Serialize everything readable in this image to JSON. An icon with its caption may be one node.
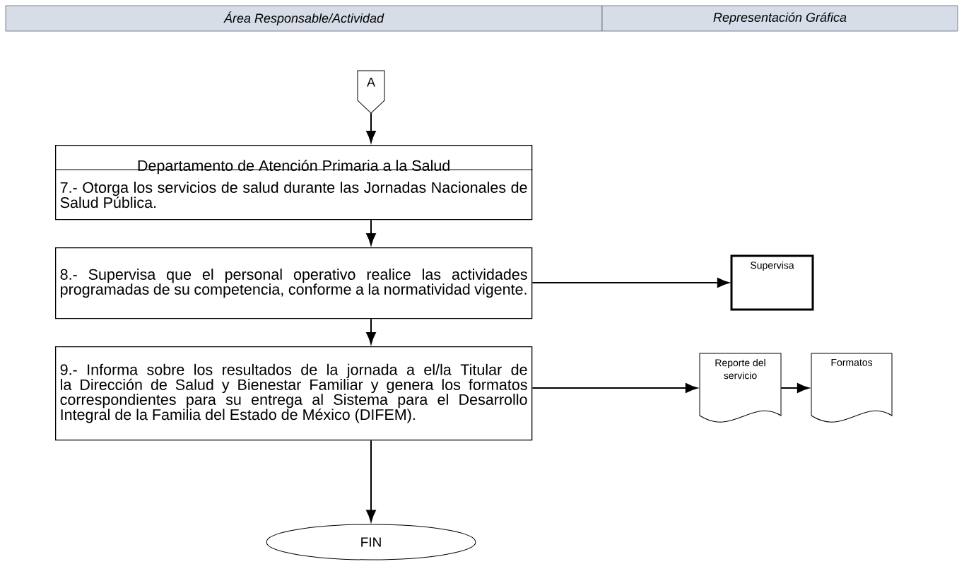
{
  "diagram": {
    "nodes": [
      {
        "text": [
          "Área Responsable/Actividad"
        ]
      },
      {
        "text": [
          "Representación Gráfica"
        ]
      },
      {
        "text": [
          "A"
        ]
      },
      {
        "text": [
          "Departamento de Atención Primaria a la Salud",
          "7.- Otorga los servicios de salud durante las Jornadas Nacionales de Salud Pública."
        ]
      },
      {
        "text": [
          "8.- Supervisa que el personal operativo realice las actividades programadas de su competencia, conforme a la normatividad vigente."
        ]
      },
      {
        "text": [
          "Supervisa"
        ]
      },
      {
        "text": [
          "9.- Informa sobre los resultados de la jornada a el/la Titular de la Dirección de Salud y Bienestar Familiar y genera los formatos correspondientes para su entrega al Sistema para el Desarrollo Integral de la Familia del Estado de México (DIFEM)."
        ]
      },
      {
        "text": [
          "Reporte del servicio"
        ]
      },
      {
        "text": [
          "Formatos"
        ]
      },
      {
        "text": [
          "FIN"
        ]
      }
    ],
    "edges": [
      {
        "from": 2,
        "to": 3,
        "arrow": "to"
      },
      {
        "from": 3,
        "to": 4,
        "arrow": "to"
      },
      {
        "from": 4,
        "to": 5,
        "arrow": "to"
      },
      {
        "from": 4,
        "to": 6,
        "arrow": "to"
      },
      {
        "from": 6,
        "to": 7,
        "arrow": "to"
      },
      {
        "from": 7,
        "to": 8,
        "arrow": "to"
      },
      {
        "from": 6,
        "to": 9,
        "arrow": "to"
      }
    ]
  }
}
